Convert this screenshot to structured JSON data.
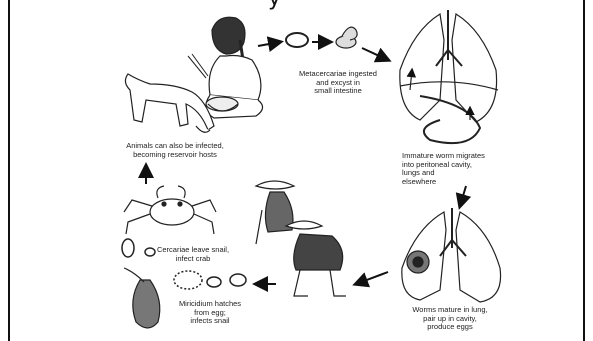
{
  "diagram": {
    "title_fragment": "y",
    "labels": {
      "metacercariae": [
        "Metacercariae ingested",
        "and excyst in",
        "small intestine"
      ],
      "animals": [
        "Animals can also be infected,",
        "becoming reservoir hosts"
      ],
      "immature": [
        "Immature worm migrates",
        "into peritoneal cavity,",
        "lungs and",
        "elsewhere"
      ],
      "cercariae": [
        "Cercariae leave snail,",
        "infect crab"
      ],
      "miracidium": [
        "Miricidium hatches",
        "from egg;",
        "infects snail"
      ],
      "worms": [
        "Worms mature in lung,",
        "pair up in cavity,",
        "produce eggs"
      ]
    }
  }
}
